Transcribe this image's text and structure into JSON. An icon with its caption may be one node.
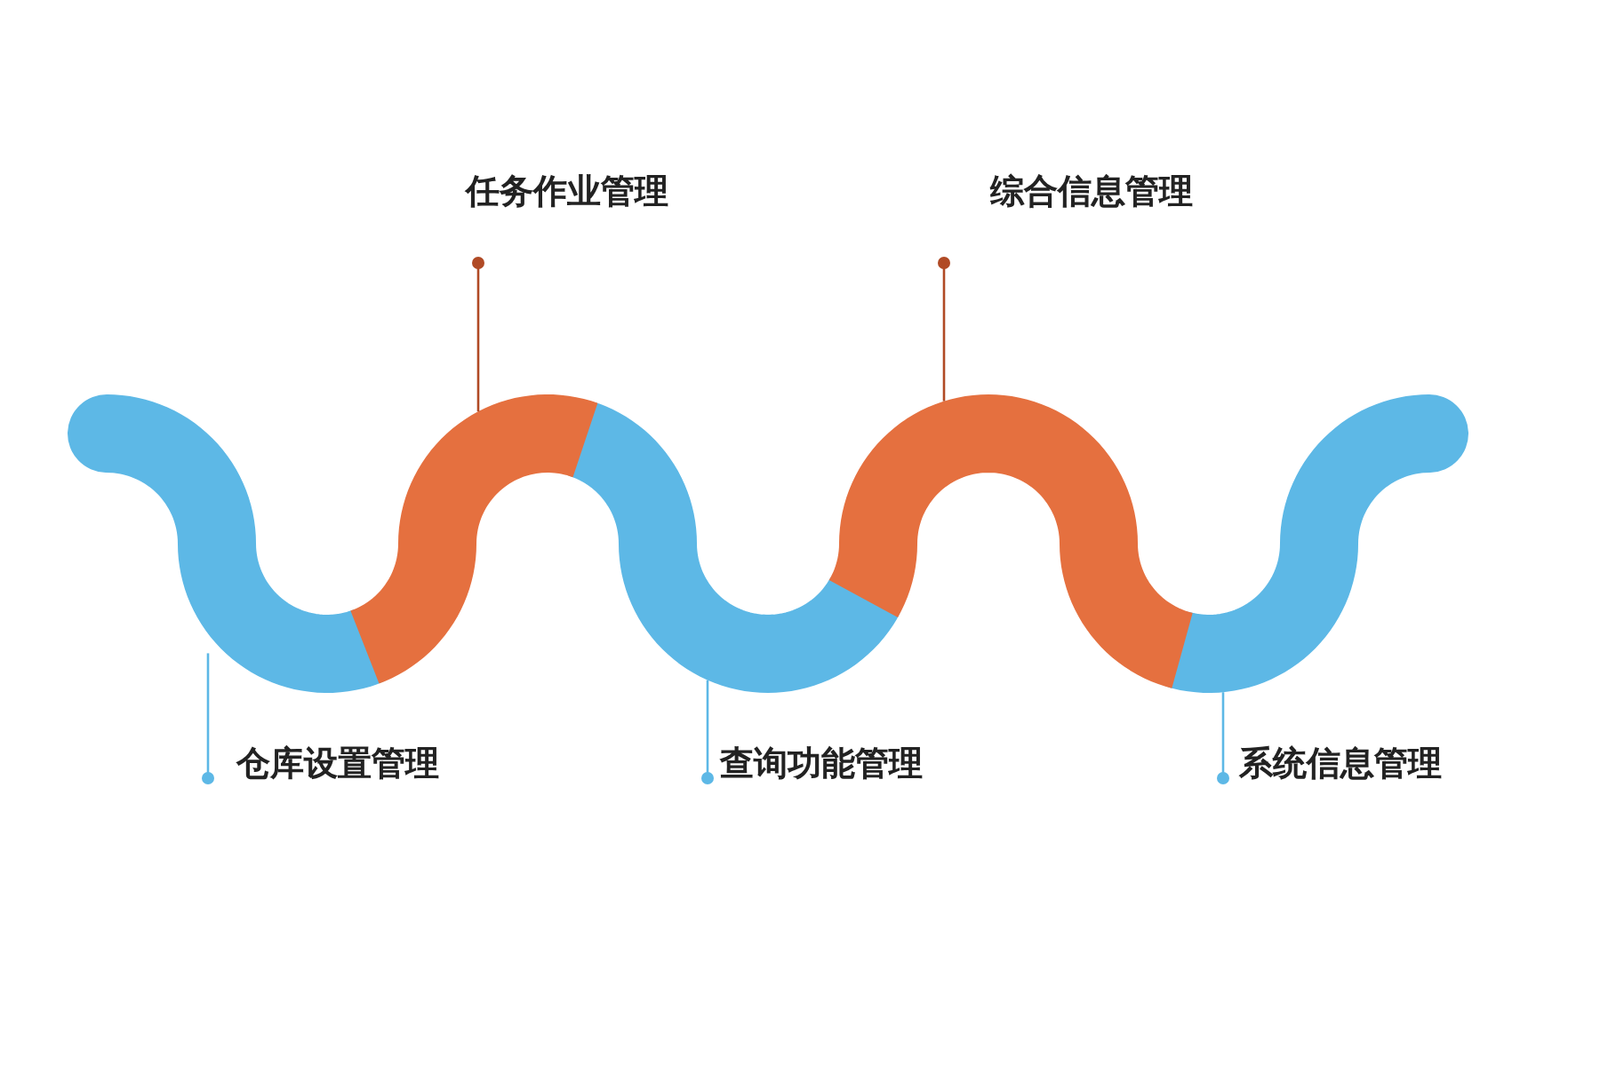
{
  "diagram": {
    "nodes": [
      {
        "text": [
          "仓库设置管理"
        ]
      },
      {
        "text": [
          "任务作业管理"
        ]
      },
      {
        "text": [
          "查询功能管理"
        ]
      },
      {
        "text": [
          "综合信息管理"
        ]
      },
      {
        "text": [
          "系统信息管理"
        ]
      },
      {
        "text": [],
        "shape": "band"
      },
      {
        "text": [],
        "shape": "band"
      },
      {
        "text": [],
        "shape": "band"
      },
      {
        "text": [],
        "shape": "band"
      },
      {
        "text": [],
        "shape": "band"
      }
    ],
    "edges": [
      {
        "from": 0,
        "to": 5,
        "arrow": "other"
      },
      {
        "from": 1,
        "to": 6,
        "arrow": "other",
        "color": "#b04a25"
      },
      {
        "from": 2,
        "to": 7,
        "arrow": "other"
      },
      {
        "from": 3,
        "to": 8,
        "arrow": "other",
        "color": "#b04a25"
      },
      {
        "from": 4,
        "to": 9,
        "arrow": "other"
      }
    ]
  }
}
